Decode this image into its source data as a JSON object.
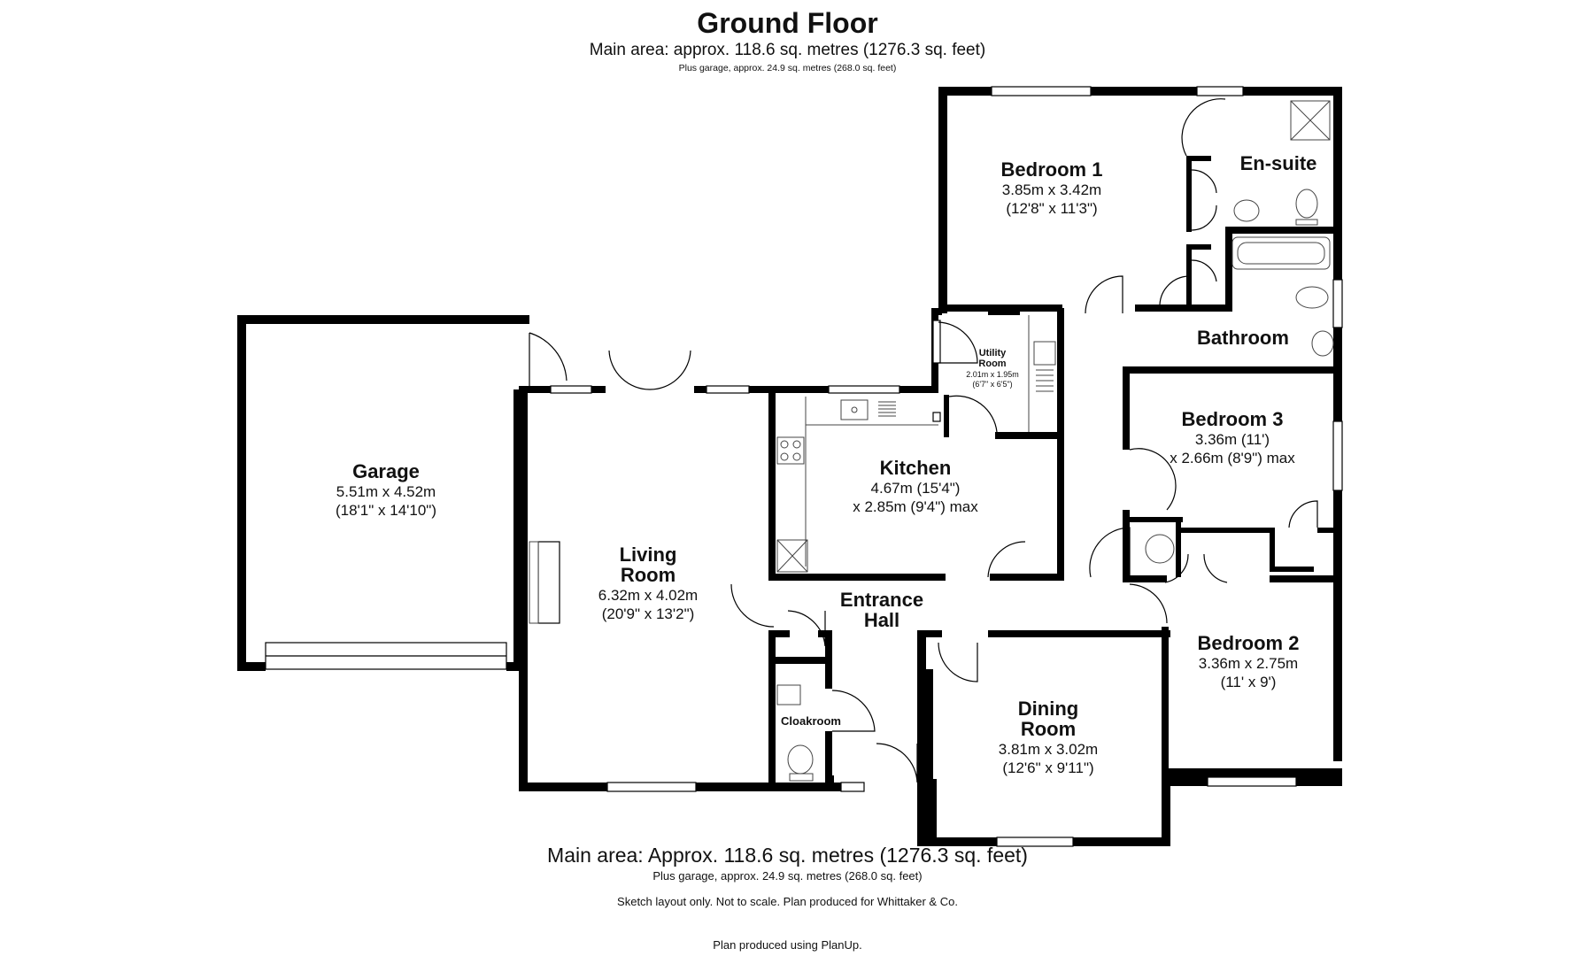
{
  "header": {
    "title": "Ground Floor",
    "main_area": "Main area: approx. 118.6 sq. metres (1276.3 sq. feet)",
    "plus_garage": "Plus garage, approx. 24.9 sq. metres (268.0 sq. feet)"
  },
  "footer": {
    "main_area": "Main area: Approx. 118.6 sq. metres (1276.3 sq. feet)",
    "plus_garage": "Plus garage, approx. 24.9 sq. metres (268.0 sq. feet)",
    "disclaimer": "Sketch layout only. Not to scale. Plan produced for Whittaker & Co.",
    "produced_by": "Plan produced using PlanUp."
  },
  "rooms": {
    "garage": {
      "name": "Garage",
      "dim1": "5.51m x 4.52m",
      "dim2": "(18'1\" x 14'10\")"
    },
    "living": {
      "name1": "Living",
      "name2": "Room",
      "dim1": "6.32m x 4.02m",
      "dim2": "(20'9\" x 13'2\")"
    },
    "kitchen": {
      "name": "Kitchen",
      "dim1": "4.67m (15'4\")",
      "dim2": "x 2.85m (9'4\") max"
    },
    "utility": {
      "name1": "Utility",
      "name2": "Room",
      "dim1": "2.01m x 1.95m",
      "dim2": "(6'7\" x 6'5\")"
    },
    "bedroom1": {
      "name": "Bedroom 1",
      "dim1": "3.85m x 3.42m",
      "dim2": "(12'8\" x 11'3\")"
    },
    "ensuite": {
      "name": "En-suite"
    },
    "bathroom": {
      "name": "Bathroom"
    },
    "bedroom3": {
      "name": "Bedroom 3",
      "dim1": "3.36m (11')",
      "dim2": "x 2.66m (8'9\") max"
    },
    "bedroom2": {
      "name": "Bedroom 2",
      "dim1": "3.36m x 2.75m",
      "dim2": "(11' x 9')"
    },
    "hall": {
      "name1": "Entrance",
      "name2": "Hall"
    },
    "dining": {
      "name1": "Dining",
      "name2": "Room",
      "dim1": "3.81m x 3.02m",
      "dim2": "(12'6\" x 9'11\")"
    },
    "cloakroom": {
      "name": "Cloakroom"
    }
  },
  "colors": {
    "wall": "#000000",
    "fixture": "#444444",
    "background": "#ffffff"
  }
}
